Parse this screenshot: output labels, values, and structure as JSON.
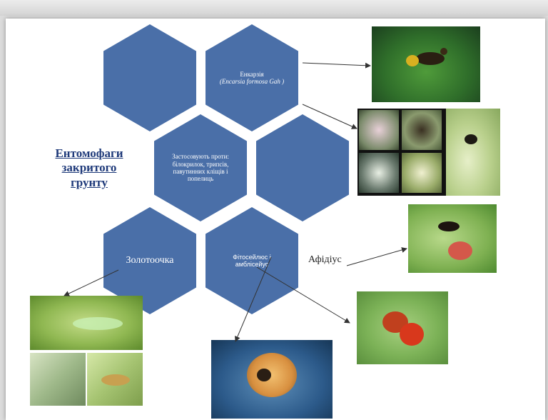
{
  "diagram": {
    "title": "Ентомофаги закритого грунту",
    "hexagons": {
      "encarsia_line1": "Енкарзія",
      "encarsia_line2": "(Encarsia formosa Gah )",
      "center": "Застосовують проти: білокрилок, трипсів, павутинних кліщів і попелиць",
      "chrysopa": "Золотоочка",
      "phytoseiulus": "Фітосейлюс і амблісейус"
    },
    "aphidius_label": "Афідіус"
  },
  "colors": {
    "hexagon": "#4a6fa8",
    "title": "#1f3a7a",
    "background": "#ffffff"
  }
}
